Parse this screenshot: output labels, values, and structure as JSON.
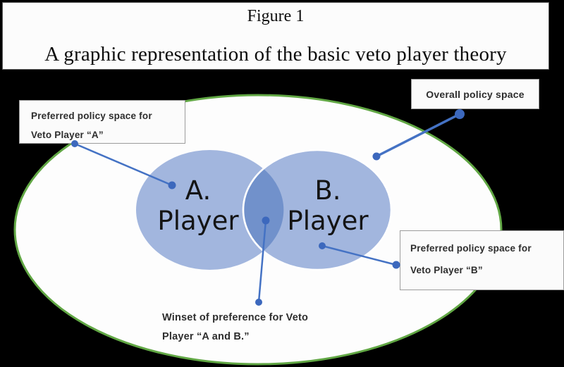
{
  "figure": {
    "caption": "Figure 1",
    "subtitle": "A graphic representation of the basic veto player theory"
  },
  "diagram": {
    "overall_box": {
      "label": "Overall policy space"
    },
    "callout_a": {
      "line1": "Preferred policy space for",
      "line2": "Veto Player “A”"
    },
    "callout_b": {
      "line1": "Preferred policy space for",
      "line2": "Veto Player “B”"
    },
    "winset_label": {
      "line1": "Winset of preference for Veto",
      "line2": "Player “A and B.”"
    },
    "circle_a": {
      "line1": "A.",
      "line2": "Player"
    },
    "circle_b": {
      "line1": "B.",
      "line2": "Player"
    },
    "colors": {
      "connector_blue": "#4472c4",
      "dot_blue": "#3c68bd",
      "circle_fill": "#a2b6de",
      "overlap_fill": "#7191cb",
      "ellipse_fill": "#fdfdfd",
      "ellipse_stroke": "#61a744",
      "white_outline": "#ffffff"
    }
  }
}
